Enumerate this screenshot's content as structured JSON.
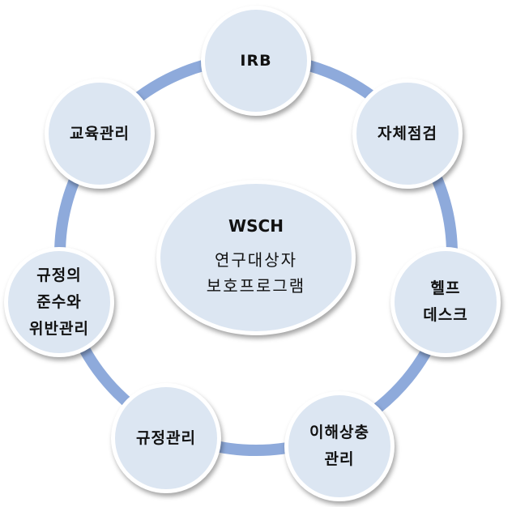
{
  "colors": {
    "ring": "#8eaadb",
    "node_fill": "#dce6f2",
    "node_border": "#ffffff",
    "text": "#111111"
  },
  "center": {
    "title": "WSCH",
    "lines": [
      "연구대상자",
      "보호프로그램"
    ]
  },
  "nodes": [
    {
      "id": "irb",
      "lines": [
        "IRB"
      ]
    },
    {
      "id": "self-inspection",
      "lines": [
        "자체점검"
      ]
    },
    {
      "id": "help-desk",
      "lines": [
        "헬프",
        "데스크"
      ]
    },
    {
      "id": "conflict-of-interest",
      "lines": [
        "이해상충",
        "관리"
      ]
    },
    {
      "id": "regulation-management",
      "lines": [
        "규정관리"
      ]
    },
    {
      "id": "compliance-violation",
      "lines": [
        "규정의",
        "준수와",
        "위반관리"
      ]
    },
    {
      "id": "education-management",
      "lines": [
        "교육관리"
      ]
    }
  ]
}
